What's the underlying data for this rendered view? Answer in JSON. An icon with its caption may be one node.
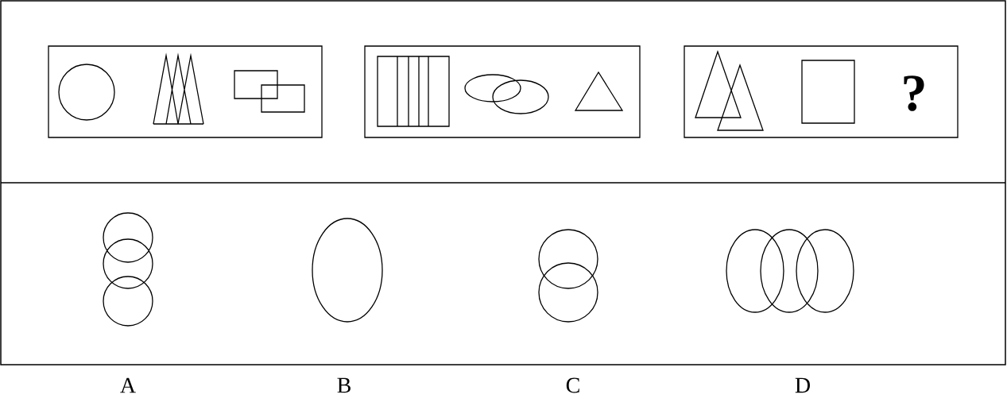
{
  "diagram": {
    "nodes": [
      {
        "text": [],
        "shape": "box"
      },
      {
        "text": [],
        "shape": "box"
      },
      {
        "text": [
          "?"
        ]
      }
    ],
    "labels": [
      "A",
      "B",
      "C",
      "D"
    ]
  }
}
